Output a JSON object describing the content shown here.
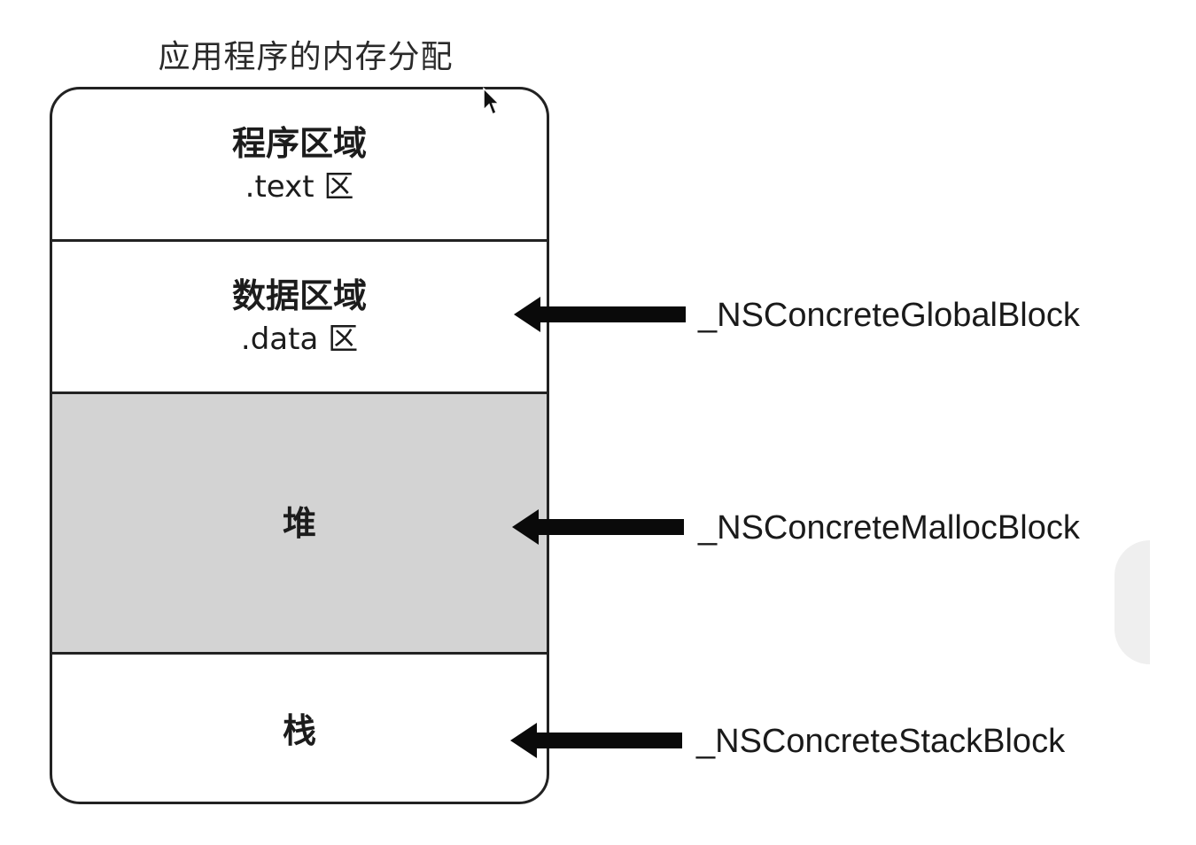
{
  "diagram": {
    "title": "应用程序的内存分配",
    "sections": [
      {
        "line1": "程序区域",
        "line2": ".text 区"
      },
      {
        "line1": "数据区域",
        "line2": ".data 区"
      },
      {
        "line1": "堆",
        "line2": ""
      },
      {
        "line1": "栈",
        "line2": ""
      }
    ],
    "block_labels": {
      "global": "_NSConcreteGlobalBlock",
      "malloc": "_NSConcreteMallocBlock",
      "stack": "_NSConcreteStackBlock"
    }
  },
  "colors": {
    "heap_fill": "#d3d3d3",
    "border": "#222222",
    "arrow": "#0a0a0a"
  },
  "icons": {
    "cursor": "mouse-pointer-icon",
    "arrow": "left-arrow-icon"
  }
}
